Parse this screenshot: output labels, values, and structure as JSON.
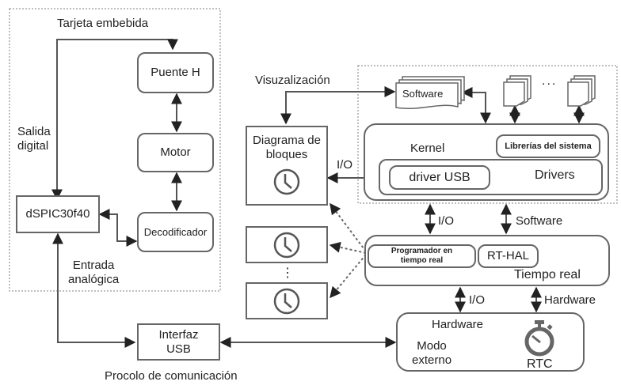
{
  "embedded_board": {
    "title": "Tarjeta embebida",
    "puente_h": "Puente H",
    "motor": "Motor",
    "decodificador": "Decodificador",
    "dspic": "dSPIC30f40",
    "salida_digital": [
      "Salida",
      "digital"
    ],
    "entrada_analogica": [
      "Entrada",
      "analógica"
    ]
  },
  "usb_interface": {
    "label": [
      "Interfaz",
      "USB"
    ],
    "caption": "Procolo de comunicación"
  },
  "visualization": {
    "label": "Visuzalización",
    "block_diagram": [
      "Diagrama de",
      "bloques"
    ],
    "io_label": "I/O",
    "ellipsis": "⋮"
  },
  "software_stack": {
    "software_doc": "Software",
    "doc_ellipsis": "...",
    "kernel": "Kernel",
    "librerias": "Librerías del sistema",
    "driver_usb": "driver USB",
    "drivers": "Drivers"
  },
  "realtime": {
    "io_label": "I/O",
    "software_label": "Software",
    "programador": [
      "Programador en",
      "tiempo real"
    ],
    "rt_hal": "RT-HAL",
    "tiempo_real": "Tiempo real"
  },
  "hardware": {
    "io_label": "I/O",
    "hardware_label": "Hardware",
    "title": "Hardware",
    "modo_externo": [
      "Modo",
      "externo"
    ],
    "rtc": "RTC"
  },
  "icons": [
    "clock-icon",
    "stopwatch-icon",
    "document-stack-icon",
    "arrow-icon"
  ]
}
